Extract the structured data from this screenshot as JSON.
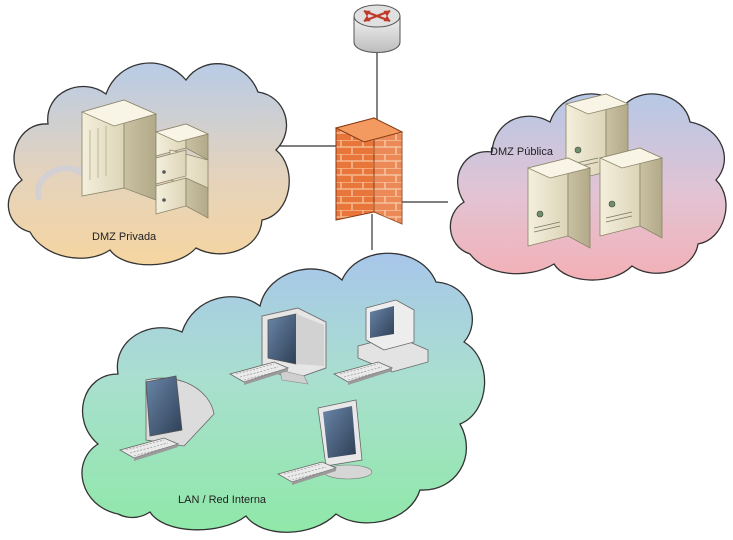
{
  "diagram": {
    "zones": [
      {
        "id": "private",
        "label": "DMZ Privada",
        "tone": "#f3d7a6"
      },
      {
        "id": "public",
        "label": "DMZ Pública",
        "tone": "#f0b7bf"
      },
      {
        "id": "lan",
        "label": "LAN / Red Interna",
        "tone": "#a6e8b9"
      }
    ],
    "devices": {
      "router": "router-icon",
      "firewall": "firewall-icon",
      "server": "server-icon",
      "workstation": "workstation-icon"
    },
    "colors": {
      "firewall_brick": "#e8763a",
      "firewall_mortar": "#f7b890",
      "link": "#333333",
      "cloud_blue": "#a9c7ea",
      "server_body": "#ece6cf"
    }
  }
}
